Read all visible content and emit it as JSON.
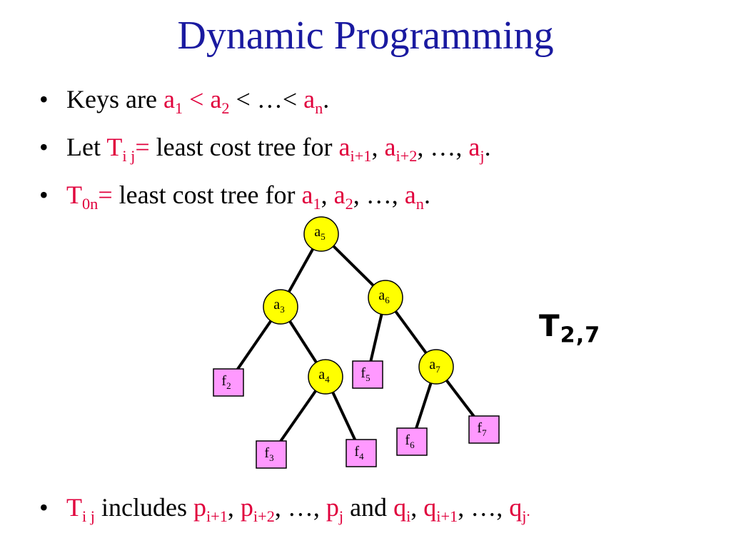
{
  "title": "Dynamic Programming",
  "bullet_char": "•",
  "bullets": {
    "b1": {
      "t1": "Keys are ",
      "a1": "a",
      "s1": "1",
      "op1": " < ",
      "a2": "a",
      "s2": "2",
      "op2": " < …< ",
      "an": "a",
      "sn": "n",
      "end": "."
    },
    "b2": {
      "t1": "Let ",
      "T": "T",
      "Tsub": "i j",
      "eq": "=",
      "t2": " least cost tree for ",
      "a1": "a",
      "s1": "i+1",
      "c1": ", ",
      "a2": "a",
      "s2": "i+2",
      "c2": ", …, ",
      "aj": "a",
      "sj": "j",
      "end": "."
    },
    "b3": {
      "T": "T",
      "Tsub": "0n",
      "eq": "=",
      "t2": " least cost tree for ",
      "a1": "a",
      "s1": "1",
      "c1": ", ",
      "a2": "a",
      "s2": "2",
      "c2": ", …, ",
      "an": "a",
      "sn": "n",
      "end": "."
    },
    "b4": {
      "T": "T",
      "Tsub": "i j",
      "t2": " includes ",
      "p1": "p",
      "ps1": "i+1",
      "c1": ", ",
      "p2": "p",
      "ps2": "i+2",
      "c2": ", …, ",
      "pj": "p",
      "psj": "j",
      "t3": " and ",
      "q1": "q",
      "qs1": "i",
      "c3": ", ",
      "q2": "q",
      "qs2": "i+1",
      "c4": ", …, ",
      "qj": "q",
      "qsj": "j",
      "end": "."
    }
  },
  "tree": {
    "internal_nodes": [
      {
        "id": "a5",
        "letter": "a",
        "sub": "5"
      },
      {
        "id": "a3",
        "letter": "a",
        "sub": "3"
      },
      {
        "id": "a6",
        "letter": "a",
        "sub": "6"
      },
      {
        "id": "a4",
        "letter": "a",
        "sub": "4"
      },
      {
        "id": "a7",
        "letter": "a",
        "sub": "7"
      }
    ],
    "leaves": [
      {
        "id": "f2",
        "letter": "f",
        "sub": "2"
      },
      {
        "id": "f5",
        "letter": "f",
        "sub": "5"
      },
      {
        "id": "f3",
        "letter": "f",
        "sub": "3"
      },
      {
        "id": "f4",
        "letter": "f",
        "sub": "4"
      },
      {
        "id": "f6",
        "letter": "f",
        "sub": "6"
      },
      {
        "id": "f7",
        "letter": "f",
        "sub": "7"
      }
    ],
    "edges": [
      [
        "a5",
        "a3"
      ],
      [
        "a5",
        "a6"
      ],
      [
        "a3",
        "f2"
      ],
      [
        "a3",
        "a4"
      ],
      [
        "a4",
        "f3"
      ],
      [
        "a4",
        "f4"
      ],
      [
        "a6",
        "f5"
      ],
      [
        "a6",
        "a7"
      ],
      [
        "a7",
        "f6"
      ],
      [
        "a7",
        "f7"
      ]
    ],
    "internal_color": "#ffff00",
    "leaf_color": "#ff99ff"
  },
  "tree_label": {
    "T": "T",
    "sub": "2,7"
  },
  "colors": {
    "title": "#1a1aa0",
    "highlight": "#e0003c"
  }
}
